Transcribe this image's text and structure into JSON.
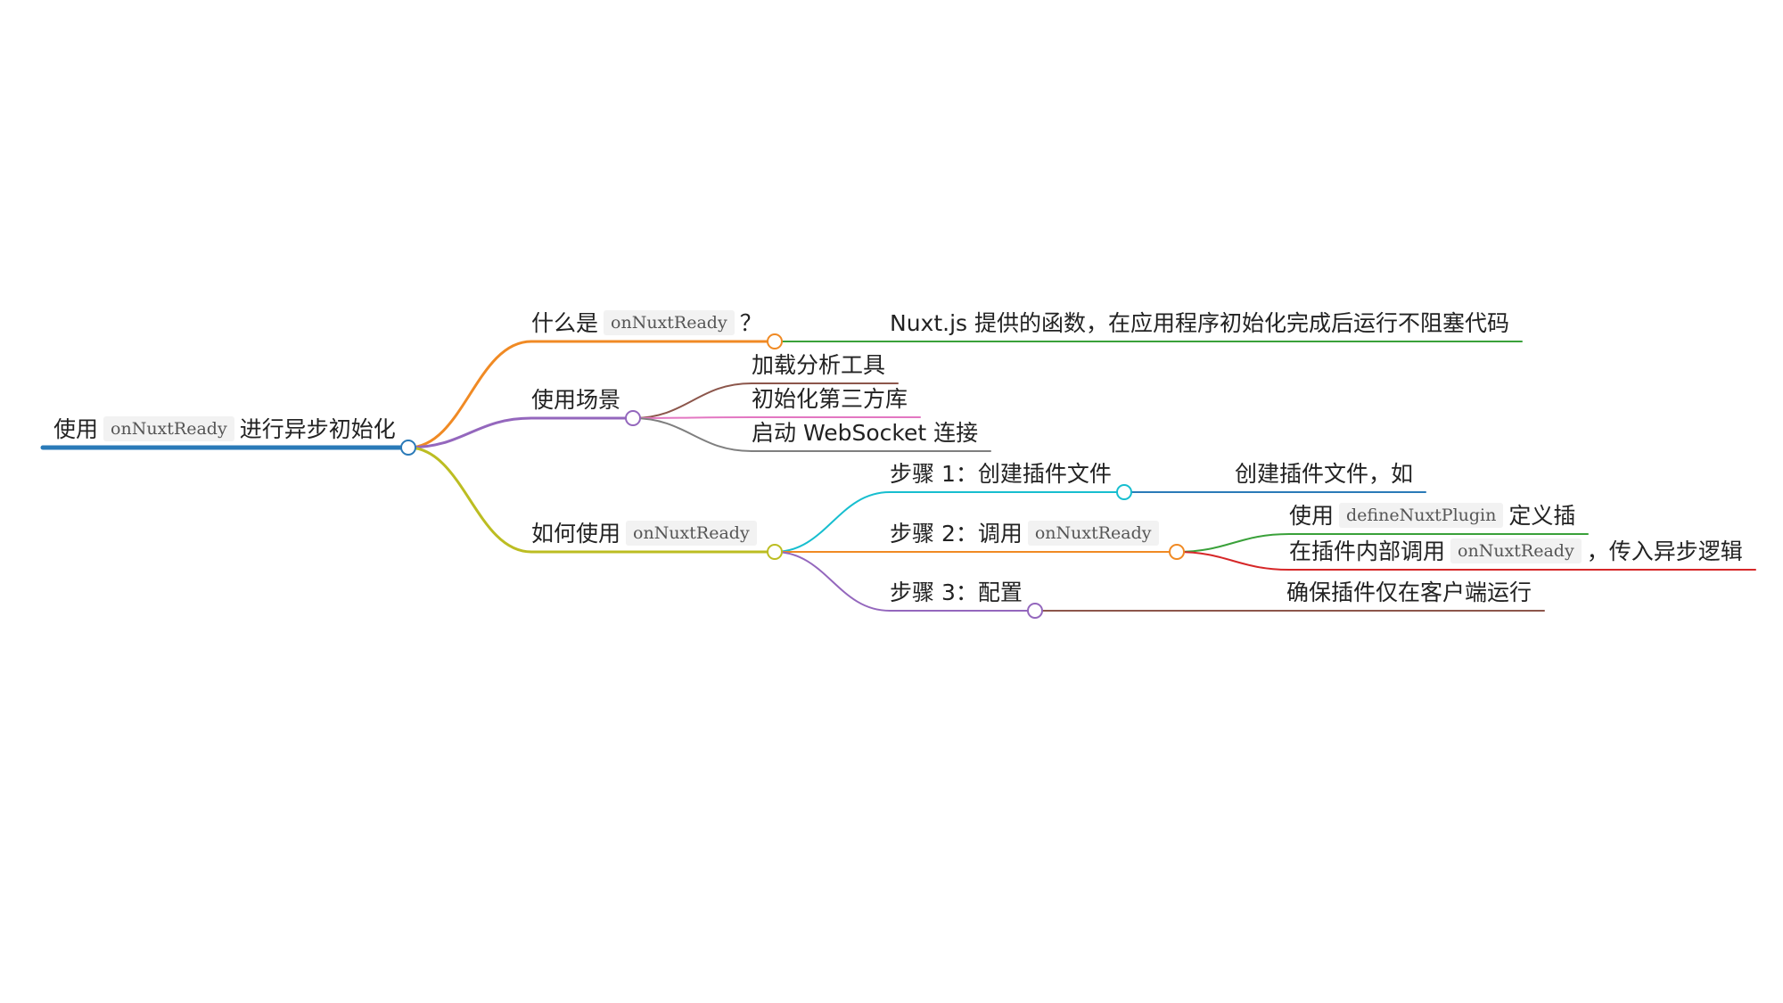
{
  "mindmap": {
    "root": {
      "label": [
        "使用",
        "onNuxtReady",
        "进行异步初始化"
      ],
      "color": "#2a7ab8"
    },
    "branches": [
      {
        "label": [
          "什么是",
          "onNuxtReady",
          "？"
        ],
        "color": "#f08a24",
        "children": [
          {
            "label": [
              "Nuxt.js 提供的函数，在应用程序初始化完成后运行不阻塞代码"
            ],
            "color": "#3aa13a"
          }
        ]
      },
      {
        "label": [
          "使用场景"
        ],
        "color": "#9467bd",
        "children": [
          {
            "label": [
              "加载分析工具"
            ],
            "color": "#8c564b"
          },
          {
            "label": [
              "初始化第三方库"
            ],
            "color": "#e377c2"
          },
          {
            "label": [
              "启动 WebSocket 连接"
            ],
            "color": "#7f7f7f"
          }
        ]
      },
      {
        "label": [
          "如何使用",
          "onNuxtReady"
        ],
        "color": "#bcbd22",
        "children": [
          {
            "label": [
              "步骤 1：创建插件文件"
            ],
            "color": "#17becf",
            "children": [
              {
                "label": [
                  "创建插件文件，如"
                ],
                "color": "#2a7ab8"
              }
            ]
          },
          {
            "label": [
              "步骤 2：调用",
              "onNuxtReady"
            ],
            "color": "#f08a24",
            "children": [
              {
                "label": [
                  "使用",
                  "defineNuxtPlugin",
                  "定义插"
                ],
                "color": "#3aa13a"
              },
              {
                "label": [
                  "在插件内部调用",
                  "onNuxtReady",
                  "，传入异步逻辑"
                ],
                "color": "#d62728"
              }
            ]
          },
          {
            "label": [
              "步骤 3：配置"
            ],
            "color": "#9467bd",
            "children": [
              {
                "label": [
                  "确保插件仅在客户端运行"
                ],
                "color": "#8c564b"
              }
            ]
          }
        ]
      }
    ]
  }
}
